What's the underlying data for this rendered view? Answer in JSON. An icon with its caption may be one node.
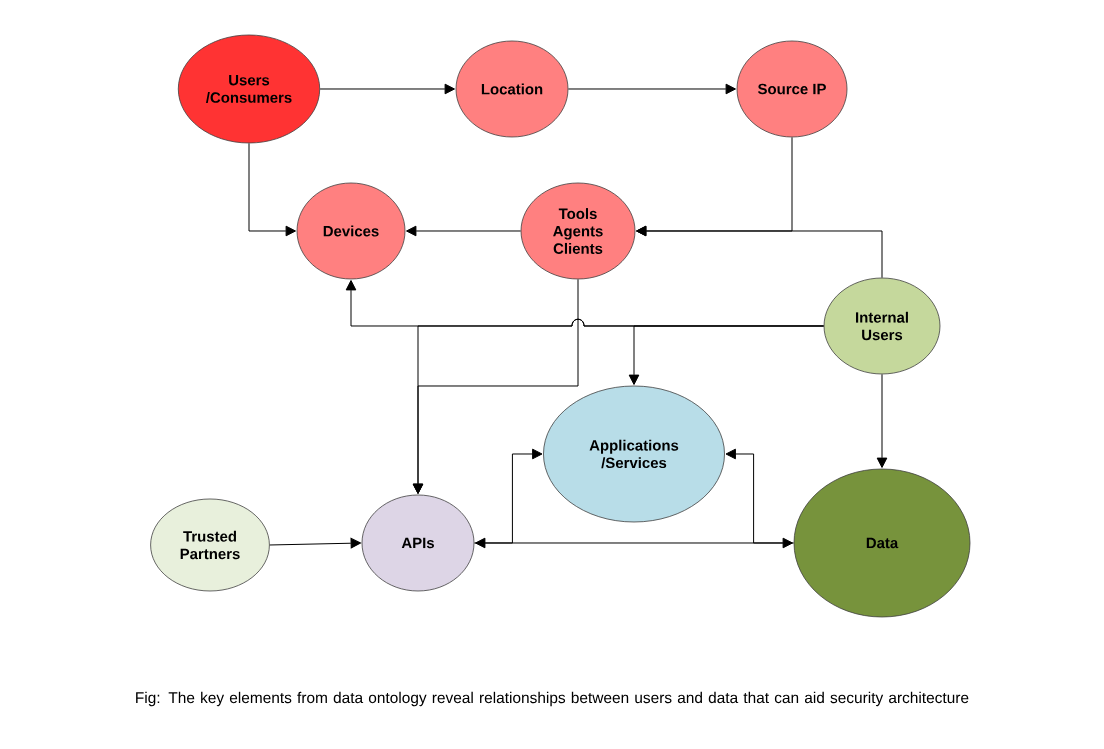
{
  "diagram": {
    "caption": "Fig: The key elements from data ontology reveal relationships between users and data that can aid security architecture",
    "nodes": [
      {
        "text": [
          "Users /Consumers"
        ]
      },
      {
        "text": [
          "Location"
        ]
      },
      {
        "text": [
          "Source IP"
        ]
      },
      {
        "text": [
          "Devices"
        ]
      },
      {
        "text": [
          "Tools Agents Clients"
        ]
      },
      {
        "text": [
          "Internal Users"
        ]
      },
      {
        "text": [
          "Applications /Services"
        ]
      },
      {
        "text": [
          "Trusted Partners"
        ]
      },
      {
        "text": [
          "APIs"
        ]
      },
      {
        "text": [
          "Data"
        ]
      }
    ],
    "edges": [
      {
        "from": 0,
        "to": 1,
        "arrow": "to"
      },
      {
        "from": 1,
        "to": 2,
        "arrow": "to"
      },
      {
        "from": 0,
        "to": 3,
        "arrow": "to"
      },
      {
        "from": 2,
        "to": 4,
        "arrow": "to"
      },
      {
        "from": 5,
        "to": 4,
        "arrow": "to"
      },
      {
        "from": 4,
        "to": 3,
        "arrow": "to"
      },
      {
        "from": 5,
        "to": 3,
        "arrow": "to"
      },
      {
        "from": 5,
        "to": 6,
        "arrow": "to"
      },
      {
        "from": 5,
        "to": 8,
        "arrow": "to"
      },
      {
        "from": 4,
        "to": 8,
        "arrow": "to"
      },
      {
        "from": 5,
        "to": 9,
        "arrow": "to"
      },
      {
        "from": 7,
        "to": 8,
        "arrow": "to"
      },
      {
        "from": 8,
        "to": 9,
        "arrow": "both"
      },
      {
        "from": 8,
        "to": 6,
        "arrow": "to"
      },
      {
        "from": 9,
        "to": 6,
        "arrow": "to"
      }
    ]
  }
}
